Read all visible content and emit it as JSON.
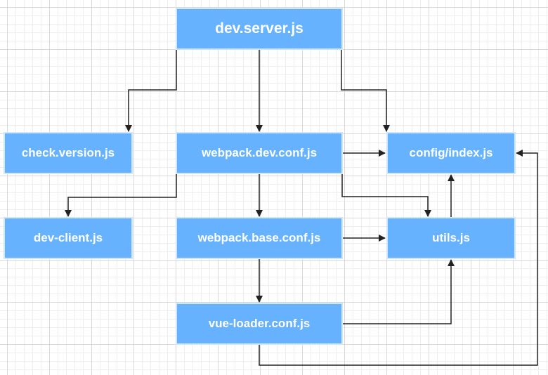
{
  "nodes": {
    "dev_server": "dev.server.js",
    "check_version": "check.version.js",
    "webpack_dev_conf": "webpack.dev.conf.js",
    "config_index": "config/index.js",
    "dev_client": "dev-client.js",
    "webpack_base_conf": "webpack.base.conf.js",
    "utils": "utils.js",
    "vue_loader_conf": "vue-loader.conf.js"
  },
  "edges": [
    {
      "from": "dev.server.js",
      "to": "check.version.js"
    },
    {
      "from": "dev.server.js",
      "to": "webpack.dev.conf.js"
    },
    {
      "from": "dev.server.js",
      "to": "config/index.js"
    },
    {
      "from": "webpack.dev.conf.js",
      "to": "config/index.js"
    },
    {
      "from": "webpack.dev.conf.js",
      "to": "dev-client.js"
    },
    {
      "from": "webpack.dev.conf.js",
      "to": "webpack.base.conf.js"
    },
    {
      "from": "webpack.dev.conf.js",
      "to": "utils.js"
    },
    {
      "from": "webpack.base.conf.js",
      "to": "utils.js"
    },
    {
      "from": "webpack.base.conf.js",
      "to": "vue-loader.conf.js"
    },
    {
      "from": "utils.js",
      "to": "config/index.js"
    },
    {
      "from": "vue-loader.conf.js",
      "to": "utils.js"
    },
    {
      "from": "vue-loader.conf.js",
      "to": "config/index.js"
    }
  ],
  "colors": {
    "node_fill": "#66b2ff",
    "node_border": "#cfe6ff",
    "node_text": "#ffffff",
    "connector": "#222222"
  }
}
